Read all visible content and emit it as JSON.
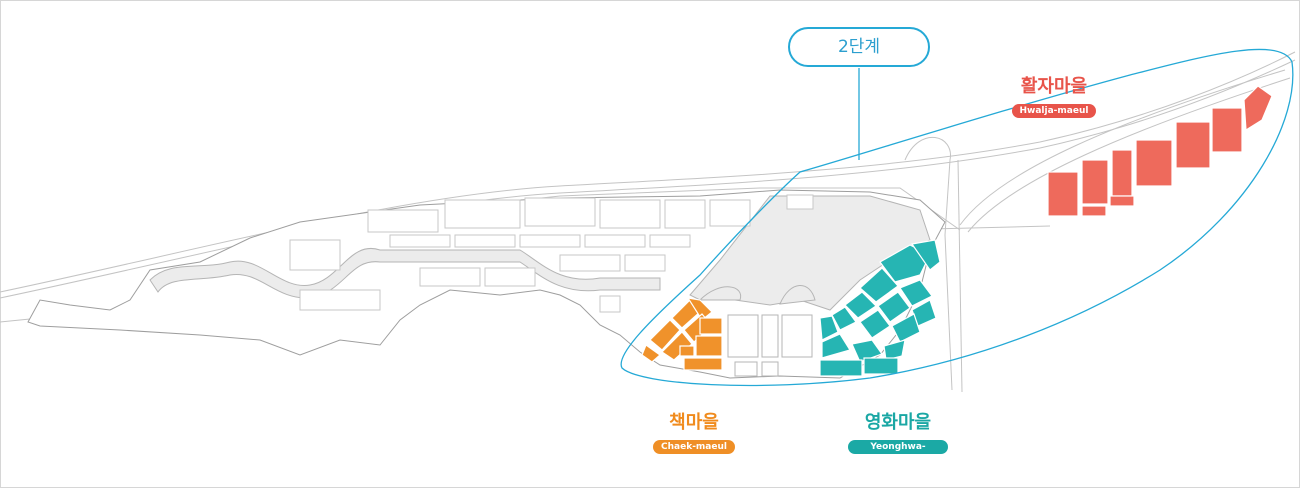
{
  "stage_label": "2단계",
  "villages": {
    "hwalja": {
      "name": "활자마을",
      "romanized": "Hwalja-maeul",
      "color": "#e8544a"
    },
    "chaek": {
      "name": "책마을",
      "romanized": "Chaek-maeul",
      "color": "#f0922b"
    },
    "yeonghwa": {
      "name": "영화마을",
      "romanized": "Yeonghwa-maeul",
      "color": "#26b5b3"
    }
  },
  "colors": {
    "outline": "#bdbdbd",
    "stage_boundary": "#25a9d6",
    "central_zone": "#ececec"
  }
}
